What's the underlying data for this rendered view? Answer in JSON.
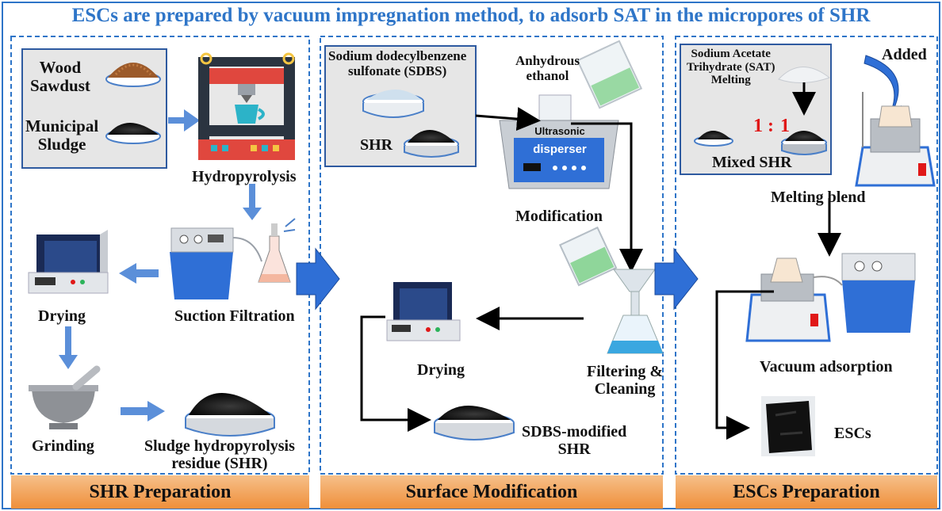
{
  "title": "ESCs are prepared by vacuum impregnation method, to adsorb SAT in the micropores of SHR",
  "panel1": {
    "wood_sawdust": "Wood\nSawdust",
    "municipal_sludge": "Municipal\nSludge",
    "hydropyrolysis": "Hydropyrolysis",
    "suction_filtration": "Suction Filtration",
    "drying": "Drying",
    "grinding": "Grinding",
    "shr": "Sludge hydropyrolysis\nresidue (SHR)",
    "footer": "SHR Preparation"
  },
  "panel2": {
    "sdbs": "Sodium dodecylbenzene\nsulfonate (SDBS)",
    "anhydrous_ethanol": "Anhydrous\nethanol",
    "shr": "SHR",
    "ultrasonic": "Ultrasonic",
    "disperser": "disperser",
    "modification": "Modification",
    "drying": "Drying",
    "filtering_cleaning": "Filtering &\nCleaning",
    "sdbs_modified": "SDBS-modified\nSHR",
    "footer": "Surface Modification"
  },
  "panel3": {
    "sat": "Sodium Acetate\nTrihydrate (SAT)\nMelting",
    "added": "Added",
    "ratio_left": "1",
    "ratio_colon": ":",
    "ratio_right": "1",
    "mixed_shr": "Mixed SHR",
    "melting_blend": "Melting blend",
    "vacuum_adsorption": "Vacuum adsorption",
    "escs": "ESCs",
    "footer": "ESCs Preparation"
  },
  "colors": {
    "title": "#2e75c8",
    "panel_border": "#2e75c8",
    "block_arrow": "#2f6fd6",
    "flow_arrow": "#5b8fd9",
    "ratio": "#e01818",
    "footer_top": "#f6c08a",
    "footer_bottom": "#ef8f3a"
  }
}
